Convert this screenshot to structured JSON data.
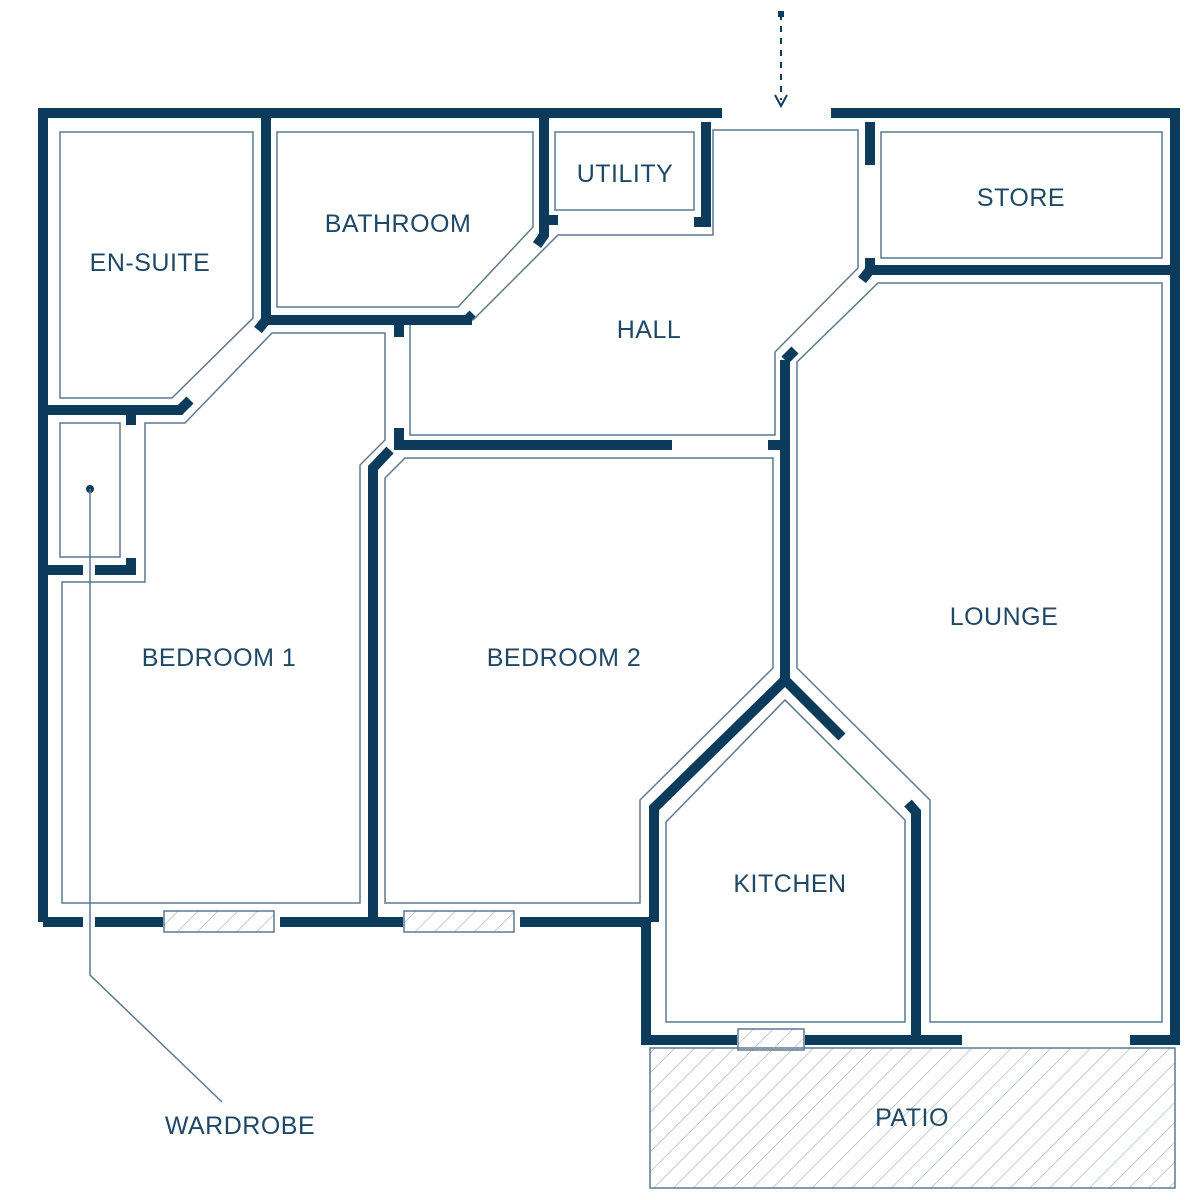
{
  "colors": {
    "wall": "#0d3b5c",
    "line": "#5d7890",
    "text": "#1f4866",
    "hatch": "#9aabbb",
    "background": "#ffffff"
  },
  "rooms": {
    "en_suite": "EN-SUITE",
    "bathroom": "BATHROOM",
    "utility": "UTILITY",
    "store": "STORE",
    "hall": "HALL",
    "bedroom_1": "BEDROOM 1",
    "bedroom_2": "BEDROOM 2",
    "lounge": "LOUNGE",
    "kitchen": "KITCHEN",
    "patio": "PATIO"
  },
  "callouts": {
    "wardrobe": "WARDROBE"
  },
  "icons": {
    "entrance": "dashed-arrow-down-icon"
  }
}
